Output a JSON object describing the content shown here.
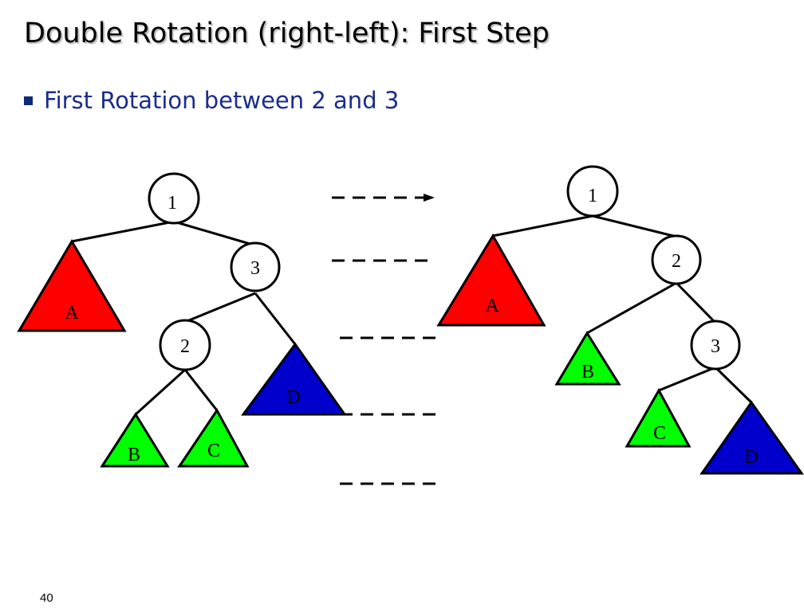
{
  "slide": {
    "title": "Double Rotation (right-left): First Step",
    "bullet": "First Rotation between 2 and 3",
    "page_number": "40"
  },
  "before_tree": {
    "nodes": {
      "root": "1",
      "right": "3",
      "inner": "2"
    },
    "subtrees": {
      "a": "A",
      "b": "B",
      "c": "C",
      "d": "D"
    }
  },
  "after_tree": {
    "nodes": {
      "root": "1",
      "right": "2",
      "inner": "3"
    },
    "subtrees": {
      "a": "A",
      "b": "B",
      "c": "C",
      "d": "D"
    }
  },
  "colors": {
    "subtree_a": "#ff0000",
    "subtree_b": "#00ff00",
    "subtree_c": "#00ff00",
    "subtree_d": "#0000cc",
    "bullet": "#0d2a7a",
    "bullet_text": "#1a2c8c"
  }
}
